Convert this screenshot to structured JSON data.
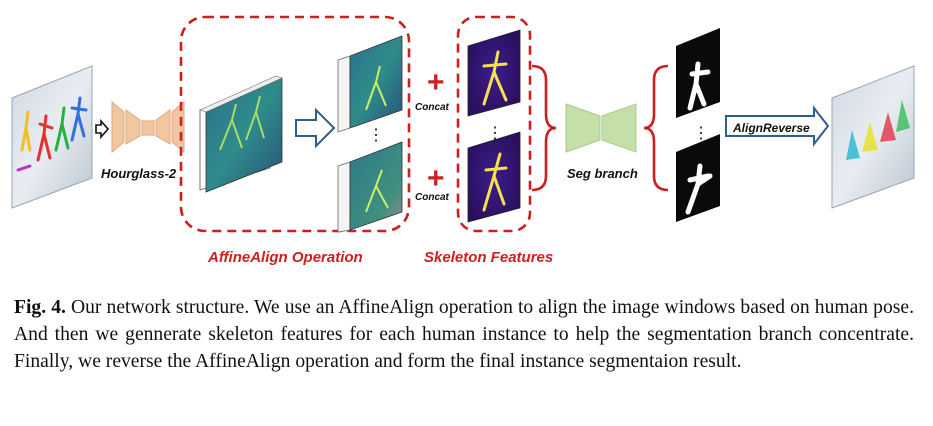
{
  "figure": {
    "hourglass_label": "Hourglass-2",
    "concat_label": "Concat",
    "seg_branch_label": "Seg branch",
    "align_reverse_label": "AlignReverse",
    "affine_align_label": "AffineAlign Operation",
    "skeleton_label": "Skeleton Features",
    "plus_symbol": "+",
    "dots_symbol": "⋮"
  },
  "caption": {
    "label": "Fig. 4.",
    "text": "Our network structure. We use an AffineAlign operation to align the image windows based on human pose. And then we gennerate skeleton features for each human instance to help the segmentation branch concentrate. Finally, we reverse the AffineAlign operation and form the final instance segmentaion result."
  },
  "colors": {
    "dashed_red": "#cc1f1f",
    "hourglass_orange": "#f2c6a0",
    "seg_green": "#c5dfa8",
    "align_blue": "#2f5d8c"
  }
}
